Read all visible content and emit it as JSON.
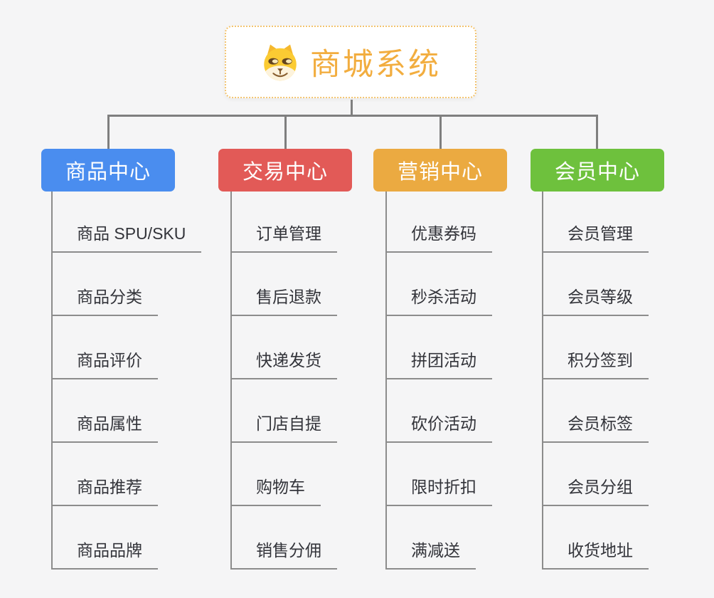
{
  "page": {
    "background_color": "#f5f5f6",
    "connector_color": "#7f7f7f",
    "leaf_line_color": "#8c8c8c"
  },
  "root": {
    "title": "商城系统",
    "title_color": "#f2ad3f",
    "border_color": "#f3c470",
    "icon": "dog-face-icon"
  },
  "branches": [
    {
      "label": "商品中心",
      "color": "#4a8def",
      "items": [
        "商品 SPU/SKU",
        "商品分类",
        "商品评价",
        "商品属性",
        "商品推荐",
        "商品品牌"
      ]
    },
    {
      "label": "交易中心",
      "color": "#e25a57",
      "items": [
        "订单管理",
        "售后退款",
        "快递发货",
        "门店自提",
        "购物车",
        "销售分佣"
      ]
    },
    {
      "label": "营销中心",
      "color": "#ebaa41",
      "items": [
        "优惠券码",
        "秒杀活动",
        "拼团活动",
        "砍价活动",
        "限时折扣",
        "满减送"
      ]
    },
    {
      "label": "会员中心",
      "color": "#6ec13d",
      "items": [
        "会员管理",
        "会员等级",
        "积分签到",
        "会员标签",
        "会员分组",
        "收货地址"
      ]
    }
  ]
}
